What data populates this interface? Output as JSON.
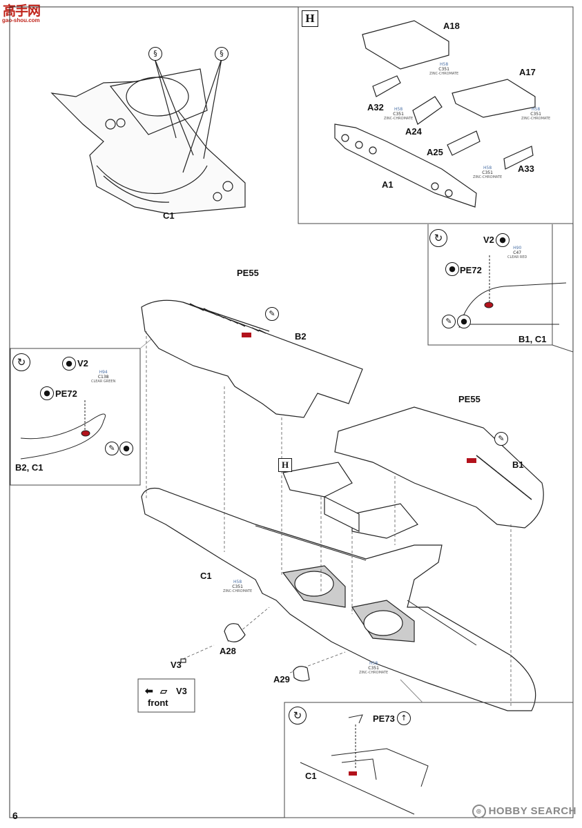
{
  "logo": {
    "chars": "高手网",
    "url": "gao-shou.com"
  },
  "watermark": {
    "text": "HOBBY SEARCH",
    "icon": "hobby-search-icon"
  },
  "page_number": "6",
  "section_h": {
    "marker": "H"
  },
  "labels": {
    "c1_top": "C1",
    "a18": "A18",
    "a17": "A17",
    "a32": "A32",
    "a24": "A24",
    "a25": "A25",
    "a33": "A33",
    "a1": "A1",
    "v2_right": "V2",
    "pe72_right": "PE72",
    "b1c1": "B1, C1",
    "pe55_left": "PE55",
    "b2": "B2",
    "v2_left": "V2",
    "pe72_left": "PE72",
    "b2c1": "B2, C1",
    "pe55_right": "PE55",
    "b1": "B1",
    "h_inline": "H",
    "c1_main": "C1",
    "a28": "A28",
    "v3": "V3",
    "a29": "A29",
    "legend_v3": "V3",
    "legend_front": "front",
    "pe73": "PE73",
    "c1_inset": "C1"
  },
  "paint_notes": {
    "zinc": {
      "code1": "H58",
      "code2": "C351",
      "name": "ZINC-CHROMATE"
    },
    "clear_red": {
      "code1": "H90",
      "code2": "C47",
      "name": "CLEAR RED"
    },
    "clear_green": {
      "code1": "H94",
      "code2": "C138",
      "name": "CLEAR GREEN"
    }
  },
  "colors": {
    "accent_red": "#b3121c",
    "note_blue": "#4a6fa5",
    "logo_red": "#c0241b"
  },
  "icons": [
    "repeat-both-sides-icon",
    "paint-icon",
    "glue-icon",
    "bend-icon",
    "arrow-left-icon"
  ]
}
